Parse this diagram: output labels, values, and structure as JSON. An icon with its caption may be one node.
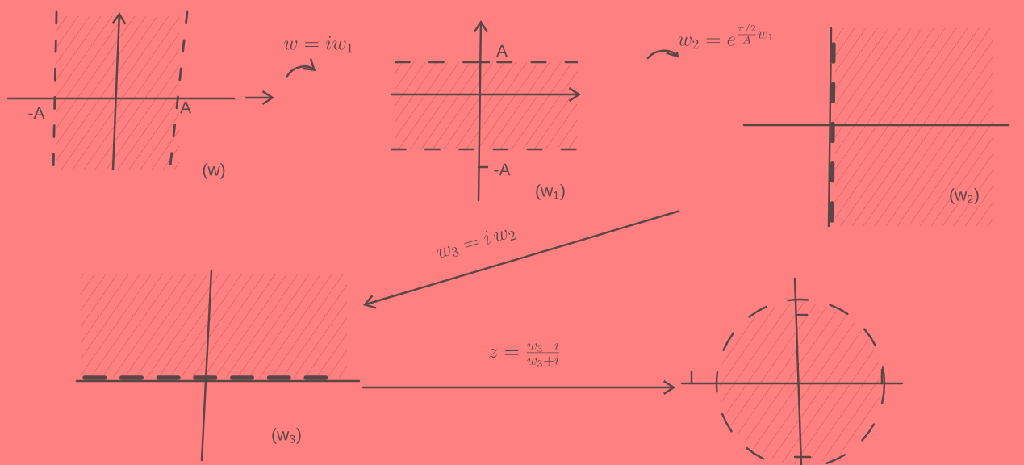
{
  "diagram": {
    "nodes": [
      {
        "text": [
          "-A",
          "A",
          "(w)"
        ]
      },
      {
        "text": [
          "A",
          "-A",
          "(w$_{1}$)"
        ]
      },
      {
        "text": [
          "(w$_{2}$)"
        ]
      },
      {
        "text": [
          "(w$_{3}$)"
        ]
      },
      {
        "text": [],
        "shape": "picture"
      }
    ],
    "edges": [
      {
        "from": 0,
        "to": 1,
        "arrow": "to",
        "label": "w=iw_1"
      },
      {
        "from": 1,
        "to": 2,
        "arrow": "to",
        "label": "w_2=e^{\\frac{\\pi/2}{A}w_1}"
      },
      {
        "from": 2,
        "to": 3,
        "arrow": "to",
        "label": "w_3=i\\,w_2"
      },
      {
        "from": 3,
        "to": 4,
        "arrow": "to",
        "label": "z=\\frac{w_3-i}{w_3+i}"
      }
    ]
  }
}
